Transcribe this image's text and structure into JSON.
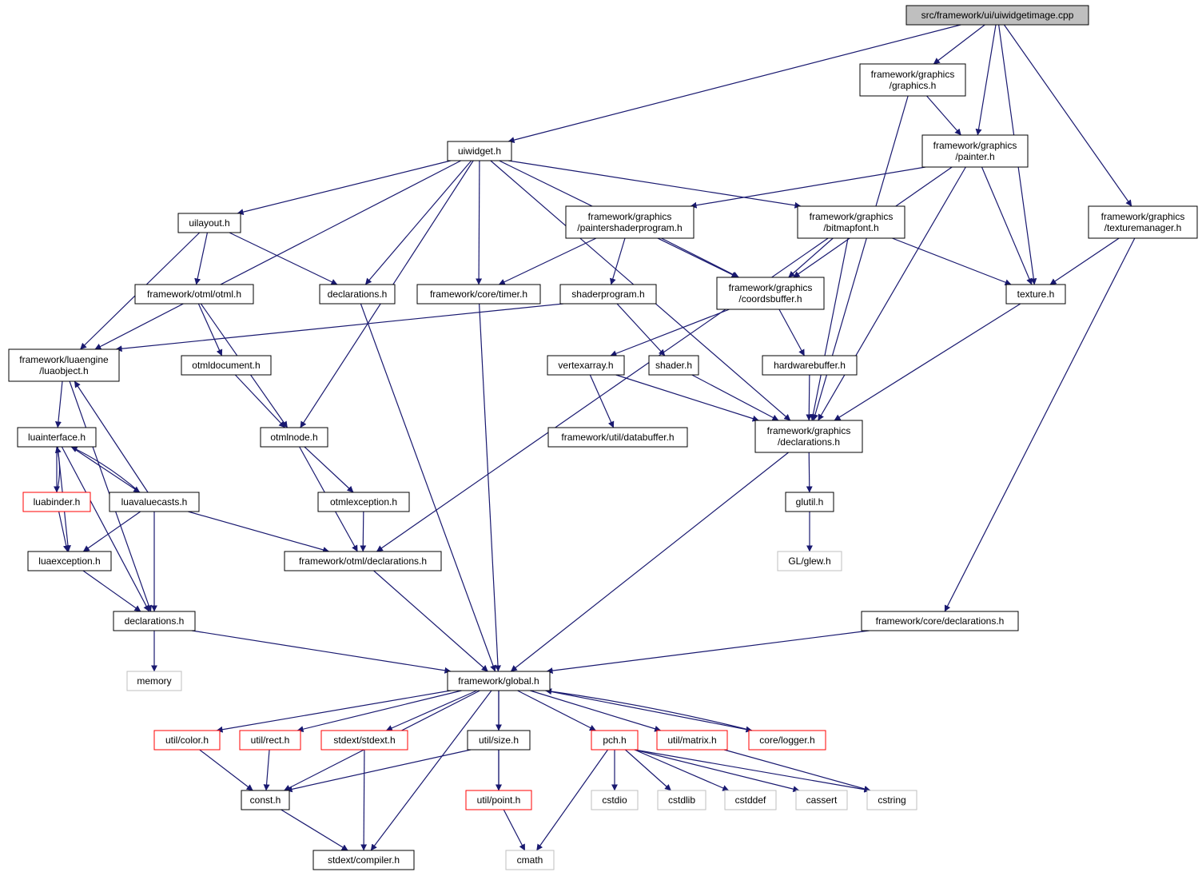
{
  "colors": {
    "edge": "#191970",
    "normal_border": "#000000",
    "root_fill": "#bfbfbf",
    "truncated_border": "#ff0000",
    "external_border": "#bfbfbf",
    "text": "#000000"
  },
  "nodes": [
    {
      "id": "root",
      "lines": [
        "src/framework/ui/uiwidgetimage.cpp"
      ],
      "kind": "root"
    },
    {
      "id": "graphics_h",
      "lines": [
        "framework/graphics",
        "/graphics.h"
      ],
      "kind": "normal"
    },
    {
      "id": "uiwidget_h",
      "lines": [
        "uiwidget.h"
      ],
      "kind": "normal"
    },
    {
      "id": "painter_h",
      "lines": [
        "framework/graphics",
        "/painter.h"
      ],
      "kind": "normal"
    },
    {
      "id": "uilayout_h",
      "lines": [
        "uilayout.h"
      ],
      "kind": "normal"
    },
    {
      "id": "paintershaderprogram_h",
      "lines": [
        "framework/graphics",
        "/paintershaderprogram.h"
      ],
      "kind": "normal"
    },
    {
      "id": "bitmapfont_h",
      "lines": [
        "framework/graphics",
        "/bitmapfont.h"
      ],
      "kind": "normal"
    },
    {
      "id": "texturemanager_h",
      "lines": [
        "framework/graphics",
        "/texturemanager.h"
      ],
      "kind": "normal"
    },
    {
      "id": "otml_h",
      "lines": [
        "framework/otml/otml.h"
      ],
      "kind": "normal"
    },
    {
      "id": "declarations_ui_h",
      "lines": [
        "declarations.h"
      ],
      "kind": "normal"
    },
    {
      "id": "timer_h",
      "lines": [
        "framework/core/timer.h"
      ],
      "kind": "normal"
    },
    {
      "id": "shaderprogram_h",
      "lines": [
        "shaderprogram.h"
      ],
      "kind": "normal"
    },
    {
      "id": "coordsbuffer_h",
      "lines": [
        "framework/graphics",
        "/coordsbuffer.h"
      ],
      "kind": "normal"
    },
    {
      "id": "texture_h",
      "lines": [
        "texture.h"
      ],
      "kind": "normal"
    },
    {
      "id": "luaobject_h",
      "lines": [
        "framework/luaengine",
        "/luaobject.h"
      ],
      "kind": "normal"
    },
    {
      "id": "otmldocument_h",
      "lines": [
        "otmldocument.h"
      ],
      "kind": "normal"
    },
    {
      "id": "vertexarray_h",
      "lines": [
        "vertexarray.h"
      ],
      "kind": "normal"
    },
    {
      "id": "shader_h",
      "lines": [
        "shader.h"
      ],
      "kind": "normal"
    },
    {
      "id": "hardwarebuffer_h",
      "lines": [
        "hardwarebuffer.h"
      ],
      "kind": "normal"
    },
    {
      "id": "luainterface_h",
      "lines": [
        "luainterface.h"
      ],
      "kind": "normal"
    },
    {
      "id": "otmlnode_h",
      "lines": [
        "otmlnode.h"
      ],
      "kind": "normal"
    },
    {
      "id": "databuffer_h",
      "lines": [
        "framework/util/databuffer.h"
      ],
      "kind": "normal"
    },
    {
      "id": "gfx_declarations_h",
      "lines": [
        "framework/graphics",
        "/declarations.h"
      ],
      "kind": "normal"
    },
    {
      "id": "luabinder_h",
      "lines": [
        "luabinder.h"
      ],
      "kind": "truncated"
    },
    {
      "id": "luavaluecasts_h",
      "lines": [
        "luavaluecasts.h"
      ],
      "kind": "normal"
    },
    {
      "id": "otmlexception_h",
      "lines": [
        "otmlexception.h"
      ],
      "kind": "normal"
    },
    {
      "id": "glutil_h",
      "lines": [
        "glutil.h"
      ],
      "kind": "normal"
    },
    {
      "id": "luaexception_h",
      "lines": [
        "luaexception.h"
      ],
      "kind": "normal"
    },
    {
      "id": "otml_declarations_h",
      "lines": [
        "framework/otml/declarations.h"
      ],
      "kind": "normal"
    },
    {
      "id": "glew_h",
      "lines": [
        "GL/glew.h"
      ],
      "kind": "external"
    },
    {
      "id": "lua_declarations_h",
      "lines": [
        "declarations.h"
      ],
      "kind": "normal"
    },
    {
      "id": "core_declarations_h",
      "lines": [
        "framework/core/declarations.h"
      ],
      "kind": "normal"
    },
    {
      "id": "memory",
      "lines": [
        "memory"
      ],
      "kind": "external"
    },
    {
      "id": "global_h",
      "lines": [
        "framework/global.h"
      ],
      "kind": "normal"
    },
    {
      "id": "color_h",
      "lines": [
        "util/color.h"
      ],
      "kind": "truncated"
    },
    {
      "id": "rect_h",
      "lines": [
        "util/rect.h"
      ],
      "kind": "truncated"
    },
    {
      "id": "stdext_h",
      "lines": [
        "stdext/stdext.h"
      ],
      "kind": "truncated"
    },
    {
      "id": "size_h",
      "lines": [
        "util/size.h"
      ],
      "kind": "normal"
    },
    {
      "id": "pch_h",
      "lines": [
        "pch.h"
      ],
      "kind": "truncated"
    },
    {
      "id": "matrix_h",
      "lines": [
        "util/matrix.h"
      ],
      "kind": "truncated"
    },
    {
      "id": "logger_h",
      "lines": [
        "core/logger.h"
      ],
      "kind": "truncated"
    },
    {
      "id": "const_h",
      "lines": [
        "const.h"
      ],
      "kind": "normal"
    },
    {
      "id": "point_h",
      "lines": [
        "util/point.h"
      ],
      "kind": "truncated"
    },
    {
      "id": "cstdio",
      "lines": [
        "cstdio"
      ],
      "kind": "external"
    },
    {
      "id": "cstdlib",
      "lines": [
        "cstdlib"
      ],
      "kind": "external"
    },
    {
      "id": "cstddef",
      "lines": [
        "cstddef"
      ],
      "kind": "external"
    },
    {
      "id": "cassert",
      "lines": [
        "cassert"
      ],
      "kind": "external"
    },
    {
      "id": "cstring",
      "lines": [
        "cstring"
      ],
      "kind": "external"
    },
    {
      "id": "compiler_h",
      "lines": [
        "stdext/compiler.h"
      ],
      "kind": "normal"
    },
    {
      "id": "cmath",
      "lines": [
        "cmath"
      ],
      "kind": "external"
    }
  ],
  "edges": [
    [
      "root",
      "graphics_h"
    ],
    [
      "root",
      "uiwidget_h"
    ],
    [
      "root",
      "painter_h"
    ],
    [
      "root",
      "texture_h"
    ],
    [
      "root",
      "texturemanager_h"
    ],
    [
      "graphics_h",
      "painter_h"
    ],
    [
      "graphics_h",
      "gfx_declarations_h"
    ],
    [
      "uiwidget_h",
      "uilayout_h"
    ],
    [
      "uiwidget_h",
      "luaobject_h"
    ],
    [
      "uiwidget_h",
      "otmlnode_h"
    ],
    [
      "uiwidget_h",
      "declarations_ui_h"
    ],
    [
      "uiwidget_h",
      "timer_h"
    ],
    [
      "uiwidget_h",
      "gfx_declarations_h"
    ],
    [
      "uiwidget_h",
      "coordsbuffer_h"
    ],
    [
      "uiwidget_h",
      "bitmapfont_h"
    ],
    [
      "painter_h",
      "paintershaderprogram_h"
    ],
    [
      "painter_h",
      "coordsbuffer_h"
    ],
    [
      "painter_h",
      "texture_h"
    ],
    [
      "painter_h",
      "gfx_declarations_h"
    ],
    [
      "uilayout_h",
      "otml_h"
    ],
    [
      "uilayout_h",
      "declarations_ui_h"
    ],
    [
      "uilayout_h",
      "luaobject_h"
    ],
    [
      "paintershaderprogram_h",
      "timer_h"
    ],
    [
      "paintershaderprogram_h",
      "shaderprogram_h"
    ],
    [
      "paintershaderprogram_h",
      "coordsbuffer_h"
    ],
    [
      "bitmapfont_h",
      "coordsbuffer_h"
    ],
    [
      "bitmapfont_h",
      "texture_h"
    ],
    [
      "bitmapfont_h",
      "gfx_declarations_h"
    ],
    [
      "bitmapfont_h",
      "otml_declarations_h"
    ],
    [
      "texturemanager_h",
      "texture_h"
    ],
    [
      "texturemanager_h",
      "core_declarations_h"
    ],
    [
      "otml_h",
      "otmldocument_h"
    ],
    [
      "otml_h",
      "otmlnode_h"
    ],
    [
      "declarations_ui_h",
      "global_h"
    ],
    [
      "timer_h",
      "global_h"
    ],
    [
      "shaderprogram_h",
      "shader_h"
    ],
    [
      "shaderprogram_h",
      "luaobject_h"
    ],
    [
      "coordsbuffer_h",
      "vertexarray_h"
    ],
    [
      "coordsbuffer_h",
      "hardwarebuffer_h"
    ],
    [
      "texture_h",
      "gfx_declarations_h"
    ],
    [
      "luaobject_h",
      "luainterface_h"
    ],
    [
      "luaobject_h",
      "lua_declarations_h"
    ],
    [
      "otmldocument_h",
      "otmlnode_h"
    ],
    [
      "vertexarray_h",
      "databuffer_h"
    ],
    [
      "vertexarray_h",
      "gfx_declarations_h"
    ],
    [
      "shader_h",
      "gfx_declarations_h"
    ],
    [
      "hardwarebuffer_h",
      "gfx_declarations_h"
    ],
    [
      "luainterface_h",
      "luabinder_h"
    ],
    [
      "luainterface_h",
      "luavaluecasts_h"
    ],
    [
      "luainterface_h",
      "luaexception_h"
    ],
    [
      "luainterface_h",
      "lua_declarations_h"
    ],
    [
      "otmlnode_h",
      "otmlexception_h"
    ],
    [
      "otmlnode_h",
      "otml_declarations_h"
    ],
    [
      "gfx_declarations_h",
      "glutil_h"
    ],
    [
      "gfx_declarations_h",
      "global_h"
    ],
    [
      "luabinder_h",
      "luainterface_h"
    ],
    [
      "luabinder_h",
      "luaexception_h"
    ],
    [
      "luavaluecasts_h",
      "luaobject_h"
    ],
    [
      "luavaluecasts_h",
      "luainterface_h"
    ],
    [
      "luavaluecasts_h",
      "luaexception_h"
    ],
    [
      "luavaluecasts_h",
      "otml_declarations_h"
    ],
    [
      "luavaluecasts_h",
      "lua_declarations_h"
    ],
    [
      "otmlexception_h",
      "otml_declarations_h"
    ],
    [
      "glutil_h",
      "glew_h"
    ],
    [
      "luaexception_h",
      "lua_declarations_h"
    ],
    [
      "otml_declarations_h",
      "global_h"
    ],
    [
      "lua_declarations_h",
      "memory"
    ],
    [
      "lua_declarations_h",
      "global_h"
    ],
    [
      "core_declarations_h",
      "global_h"
    ],
    [
      "global_h",
      "color_h"
    ],
    [
      "global_h",
      "rect_h"
    ],
    [
      "global_h",
      "stdext_h"
    ],
    [
      "global_h",
      "size_h"
    ],
    [
      "global_h",
      "pch_h"
    ],
    [
      "global_h",
      "matrix_h"
    ],
    [
      "global_h",
      "logger_h"
    ],
    [
      "global_h",
      "const_h"
    ],
    [
      "global_h",
      "point_h"
    ],
    [
      "global_h",
      "compiler_h"
    ],
    [
      "color_h",
      "const_h"
    ],
    [
      "rect_h",
      "const_h"
    ],
    [
      "stdext_h",
      "compiler_h"
    ],
    [
      "size_h",
      "point_h"
    ],
    [
      "size_h",
      "const_h"
    ],
    [
      "pch_h",
      "cstdio"
    ],
    [
      "pch_h",
      "cstdlib"
    ],
    [
      "pch_h",
      "cstddef"
    ],
    [
      "pch_h",
      "cassert"
    ],
    [
      "pch_h",
      "cstring"
    ],
    [
      "pch_h",
      "cmath"
    ],
    [
      "matrix_h",
      "cstring"
    ],
    [
      "logger_h",
      "global_h"
    ],
    [
      "const_h",
      "compiler_h"
    ],
    [
      "point_h",
      "cmath"
    ]
  ]
}
